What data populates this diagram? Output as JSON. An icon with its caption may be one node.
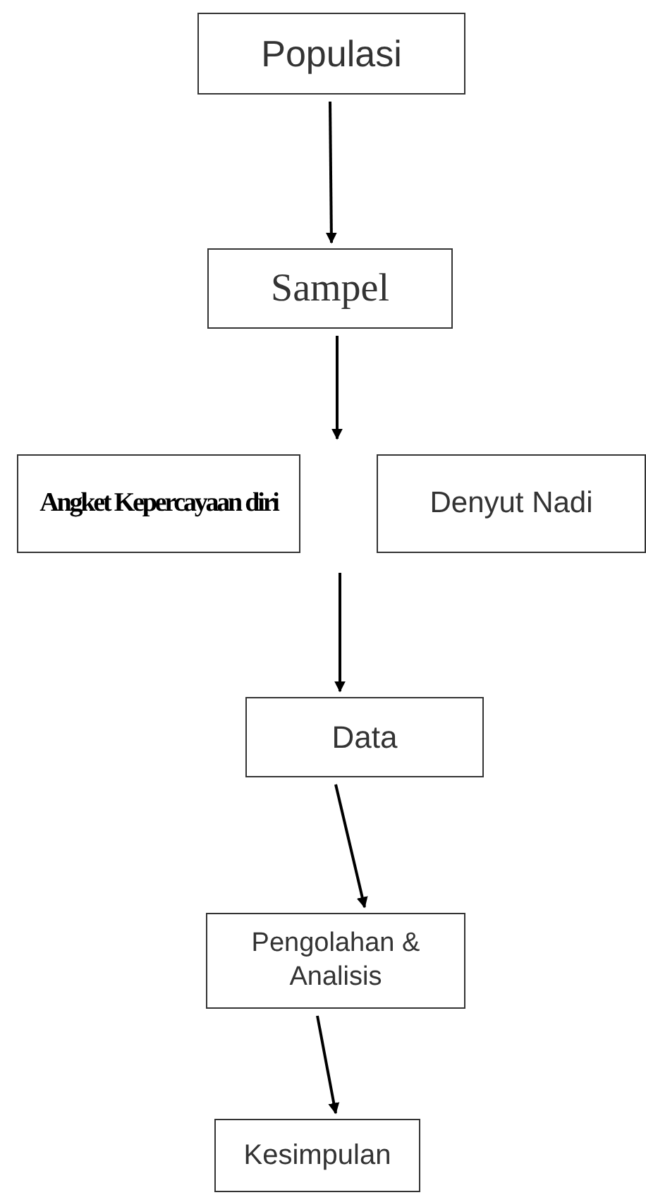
{
  "diagram": {
    "nodes": [
      {
        "text": [
          "Populasi"
        ]
      },
      {
        "text": [
          "Sampel"
        ]
      },
      {
        "text": [
          "Angket Kepercayaan diri"
        ]
      },
      {
        "text": [
          "Denyut Nadi"
        ]
      },
      {
        "text": [
          "Data"
        ]
      },
      {
        "text": [
          "Pengolahan & Analisis"
        ]
      },
      {
        "text": [
          "Kesimpulan"
        ]
      }
    ],
    "edges": [
      {
        "from": 0,
        "to": 1,
        "arrow": "to"
      },
      {
        "from": 1,
        "to": null,
        "arrow": "to"
      },
      {
        "from": null,
        "to": 4,
        "arrow": "to"
      },
      {
        "from": 4,
        "to": 5,
        "arrow": "to"
      },
      {
        "from": 5,
        "to": 6,
        "arrow": "to"
      }
    ]
  }
}
